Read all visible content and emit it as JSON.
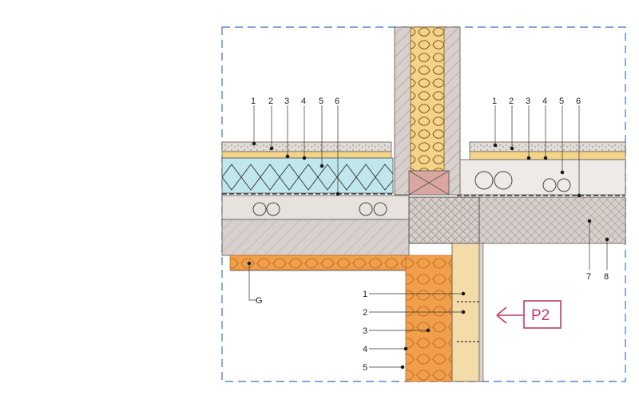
{
  "labels": {
    "top_left": [
      "1",
      "2",
      "3",
      "4",
      "5",
      "6"
    ],
    "top_right": [
      "1",
      "2",
      "3",
      "4",
      "5",
      "6"
    ],
    "right_bottom": [
      "7",
      "8"
    ],
    "g": "G",
    "bottom_left": [
      "1",
      "2",
      "3",
      "4",
      "5"
    ]
  },
  "marker": {
    "text": "P2"
  },
  "colors": {
    "frame": "#5a86c9",
    "insulation": "#f0a04a",
    "insulation_outline": "#c8621f",
    "wood": "#f3d488",
    "concrete": "#d8d0cc",
    "xps": "#bfe7ec",
    "marker": "#c23a66"
  }
}
